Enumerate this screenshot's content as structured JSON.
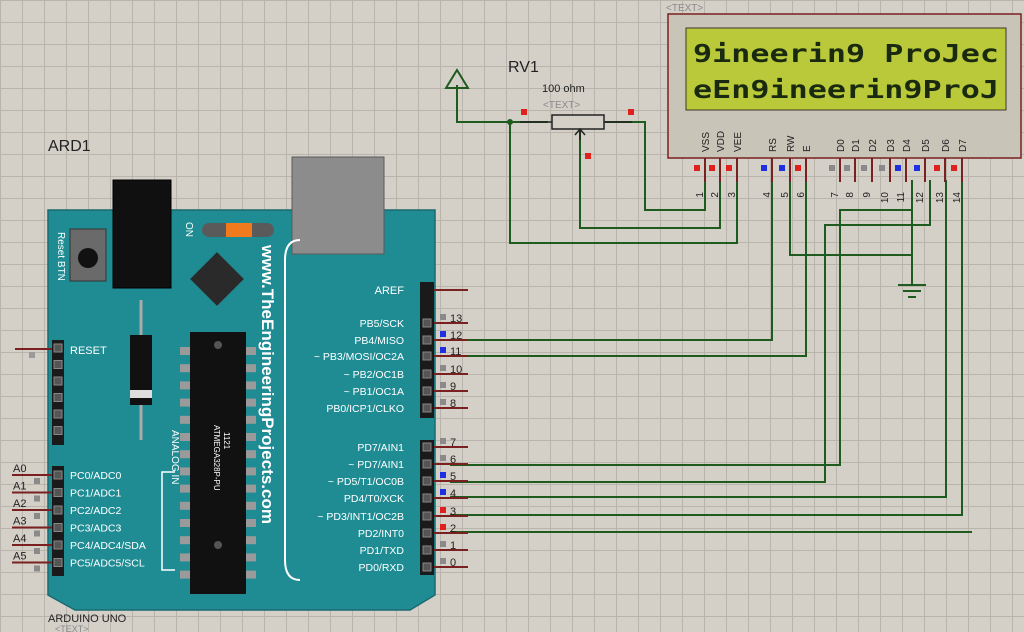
{
  "arduino": {
    "ref": "ARD1",
    "model": "ARDUINO UNO",
    "model_sub": "<TEXT>",
    "reset_btn": "Reset BTN",
    "on": "ON",
    "analog_in": "ANALOG IN",
    "website": "www.TheEngineeringProjects.com",
    "chip_line1": "ATMEGA328P-PU",
    "chip_line2": "1121",
    "reset": "RESET",
    "aref": "AREF",
    "digital_labels": [
      "PB5/SCK",
      "PB4/MISO",
      "~ PB3/MOSI/OC2A",
      "~ PB2/OC1B",
      "~ PB1/OC1A",
      "PB0/ICP1/CLKO",
      "PD7/AIN1",
      "~ PD7/AIN1",
      "~ PD5/T1/OC0B",
      "PD4/T0/XCK",
      "~ PD3/INT1/OC2B",
      "PD2/INT0",
      "PD1/TXD",
      "PD0/RXD"
    ],
    "digital_numbers": [
      "13",
      "12",
      "11",
      "10",
      "9",
      "8",
      "7",
      "6",
      "5",
      "4",
      "3",
      "2",
      "1",
      "0"
    ],
    "analog_labels": [
      "PC0/ADC0",
      "PC1/ADC1",
      "PC2/ADC2",
      "PC3/ADC3",
      "PC4/ADC4/SDA",
      "PC5/ADC5/SCL"
    ],
    "analog_pins": [
      "A0",
      "A1",
      "A2",
      "A3",
      "A4",
      "A5"
    ]
  },
  "pot": {
    "ref": "RV1",
    "value": "100 ohm",
    "text": "<TEXT>"
  },
  "lcd": {
    "text_tag": "<TEXT>",
    "line1": "9ineerin9 ProJec",
    "line2": "eEn9ineerin9ProJ",
    "pin_names": [
      "VSS",
      "VDD",
      "VEE",
      "RS",
      "RW",
      "E",
      "D0",
      "D1",
      "D2",
      "D3",
      "D4",
      "D5",
      "D6",
      "D7"
    ],
    "pin_numbers": [
      "1",
      "2",
      "3",
      "4",
      "5",
      "6",
      "7",
      "8",
      "9",
      "10",
      "11",
      "12",
      "13",
      "14"
    ]
  },
  "colors": {
    "board": "#1f8c94",
    "wire": "#1f5a1f",
    "lcd_screen": "#b9c93a",
    "lcd_text": "#1a2a10"
  }
}
